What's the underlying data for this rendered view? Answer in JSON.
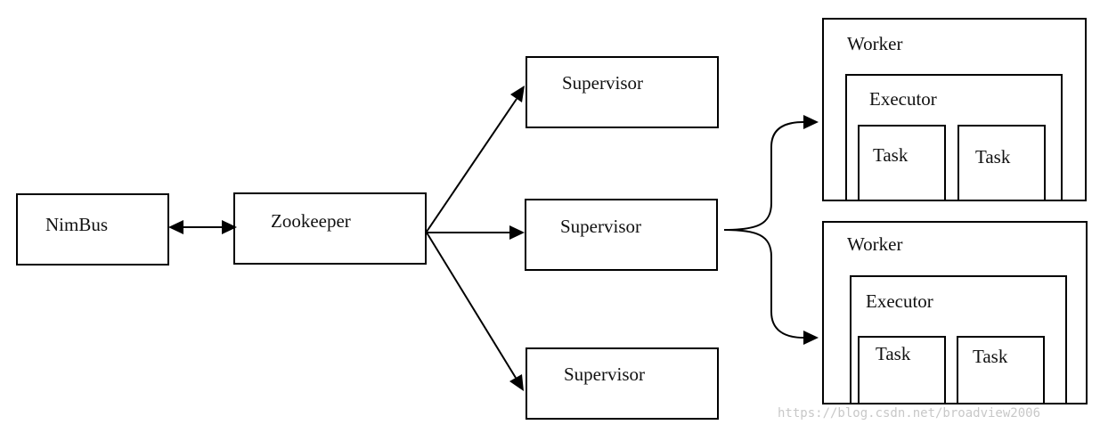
{
  "nodes": {
    "nimbus": "NimBus",
    "zookeeper": "Zookeeper",
    "supervisor_top": "Supervisor",
    "supervisor_mid": "Supervisor",
    "supervisor_bottom": "Supervisor",
    "worker_top": {
      "title": "Worker",
      "executor": "Executor",
      "tasks": [
        "Task",
        "Task"
      ]
    },
    "worker_bottom": {
      "title": "Worker",
      "executor": "Executor",
      "tasks": [
        "Task",
        "Task"
      ]
    }
  },
  "watermark": "https://blog.csdn.net/broadview2006",
  "colors": {
    "stroke": "#000000",
    "text": "#111111",
    "watermark": "#c8c8c8",
    "background": "#ffffff"
  }
}
